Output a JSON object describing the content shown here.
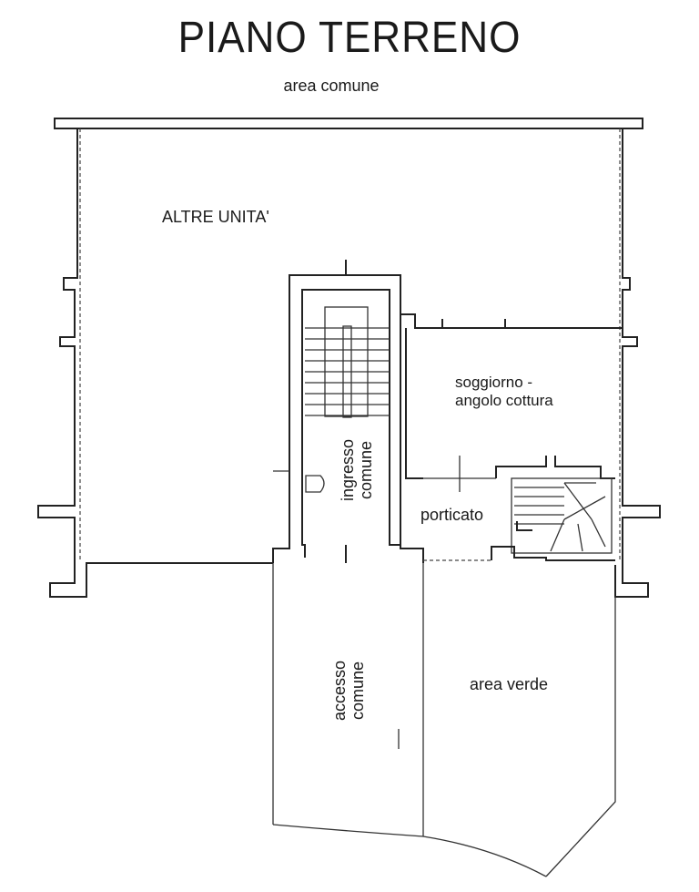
{
  "plan": {
    "title": "PIANO TERRENO",
    "labels": {
      "area_comune": "area comune",
      "altre_unita": "ALTRE UNITA'",
      "soggiorno_line1": "soggiorno -",
      "soggiorno_line2": "angolo cottura",
      "ingresso_line1": "ingresso",
      "ingresso_line2": "comune",
      "porticato": "porticato",
      "accesso_line1": "accesso",
      "accesso_line2": "comune",
      "area_verde": "area verde"
    },
    "line_color": "#222222",
    "background": "#ffffff"
  }
}
